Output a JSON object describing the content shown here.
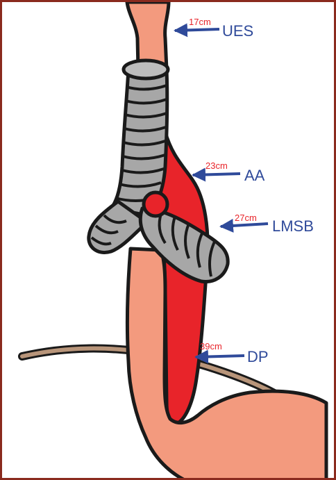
{
  "colors": {
    "border": "#8a2a1e",
    "esophagus": "#f39a7e",
    "aorta": "#e8242a",
    "trachea": "#a7a7a7",
    "trachea_dark": "#6e6e6e",
    "outline": "#1a1a1a",
    "diaphragm": "#b8957a",
    "label": "#2f4a9a",
    "distance": "#e8242a"
  },
  "icons": [
    "arrow-left-icon"
  ],
  "landmarks": [
    {
      "id": "ues",
      "label": "UES",
      "distance": "17cm"
    },
    {
      "id": "aa",
      "label": "AA",
      "distance": "23cm"
    },
    {
      "id": "lmsb",
      "label": "LMSB",
      "distance": "27cm"
    },
    {
      "id": "dp",
      "label": "DP",
      "distance": "39cm"
    }
  ]
}
